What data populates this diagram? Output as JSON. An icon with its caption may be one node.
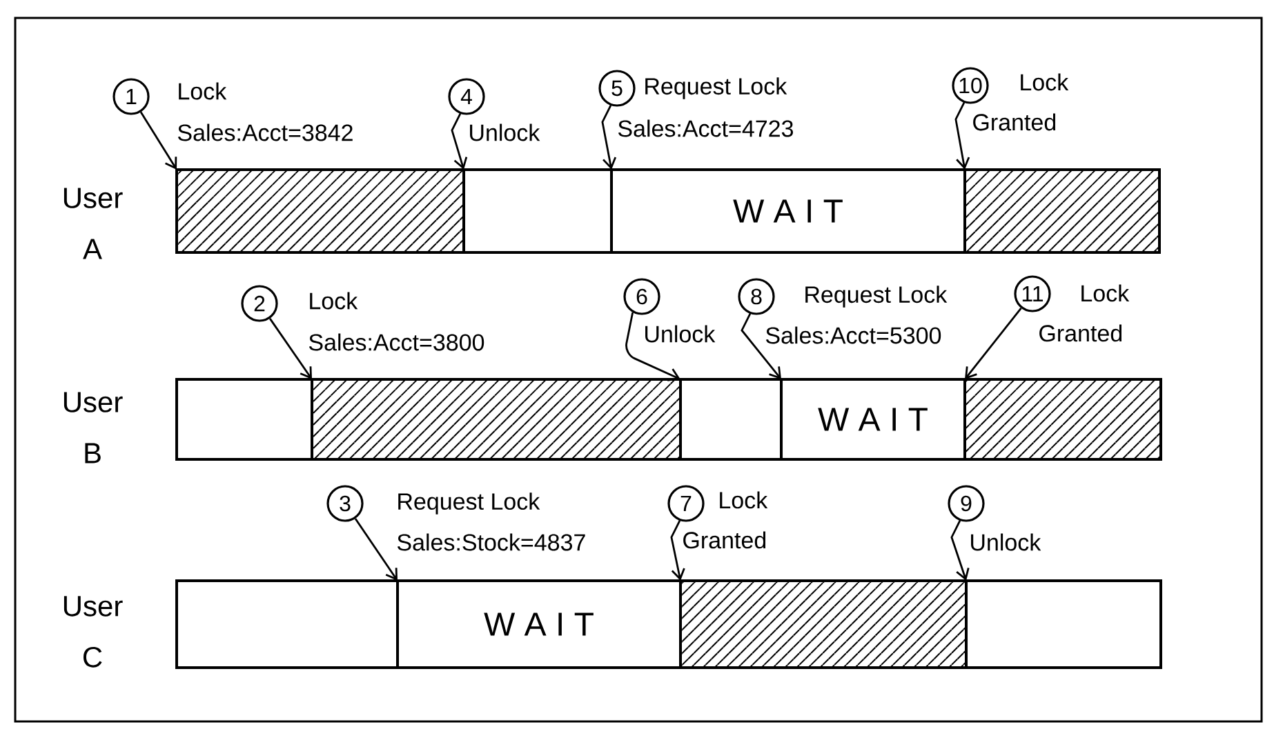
{
  "diagram": {
    "nodes": [
      {
        "text": [],
        "shape": "box"
      },
      {
        "text": [],
        "shape": "box"
      },
      {
        "text": [
          "W A I T"
        ]
      },
      {
        "text": [],
        "shape": "box"
      },
      {
        "text": [],
        "shape": "box"
      },
      {
        "text": [],
        "shape": "box"
      },
      {
        "text": [],
        "shape": "box"
      },
      {
        "text": [
          "W A I T"
        ]
      },
      {
        "text": [],
        "shape": "box"
      },
      {
        "text": [],
        "shape": "box"
      },
      {
        "text": [
          "W A I T"
        ]
      },
      {
        "text": [],
        "shape": "box"
      },
      {
        "text": [],
        "shape": "box"
      },
      {
        "text": [
          "1"
        ],
        "beside": [
          "Lock",
          "Sales:Acct=3842"
        ]
      },
      {
        "text": [
          "4"
        ],
        "beside": [
          "Unlock"
        ]
      },
      {
        "text": [
          "5"
        ],
        "beside": [
          "Request Lock",
          "Sales:Acct=4723"
        ]
      },
      {
        "text": [
          "10"
        ],
        "beside": [
          "Lock Granted"
        ]
      },
      {
        "text": [
          "2"
        ],
        "beside": [
          "Lock",
          "Sales:Acct=3800"
        ]
      },
      {
        "text": [
          "6"
        ],
        "beside": [
          "Unlock"
        ]
      },
      {
        "text": [
          "8"
        ],
        "beside": [
          "Request Lock",
          "Sales:Acct=5300"
        ]
      },
      {
        "text": [
          "11"
        ],
        "beside": [
          "Lock Granted"
        ]
      },
      {
        "text": [
          "3"
        ],
        "beside": [
          "Request Lock",
          "Sales:Stock=4837"
        ]
      },
      {
        "text": [
          "7"
        ],
        "beside": [
          "Lock Granted"
        ]
      },
      {
        "text": [
          "9"
        ],
        "beside": [
          "Unlock"
        ]
      }
    ],
    "edges": [
      {
        "from": 13,
        "to": 0,
        "arrow": "to"
      },
      {
        "from": 14,
        "to": 1,
        "arrow": "to"
      },
      {
        "from": 15,
        "to": 2,
        "arrow": "to"
      },
      {
        "from": 16,
        "to": 3,
        "arrow": "to"
      },
      {
        "from": 17,
        "to": 5,
        "arrow": "to"
      },
      {
        "from": 18,
        "to": 6,
        "arrow": "to"
      },
      {
        "from": 19,
        "to": 7,
        "arrow": "to"
      },
      {
        "from": 20,
        "to": 8,
        "arrow": "to"
      },
      {
        "from": 21,
        "to": 10,
        "arrow": "to"
      },
      {
        "from": 22,
        "to": 11,
        "arrow": "to"
      },
      {
        "from": 23,
        "to": 12,
        "arrow": "to"
      }
    ],
    "labels": [
      "User A",
      "User B",
      "User C"
    ]
  }
}
